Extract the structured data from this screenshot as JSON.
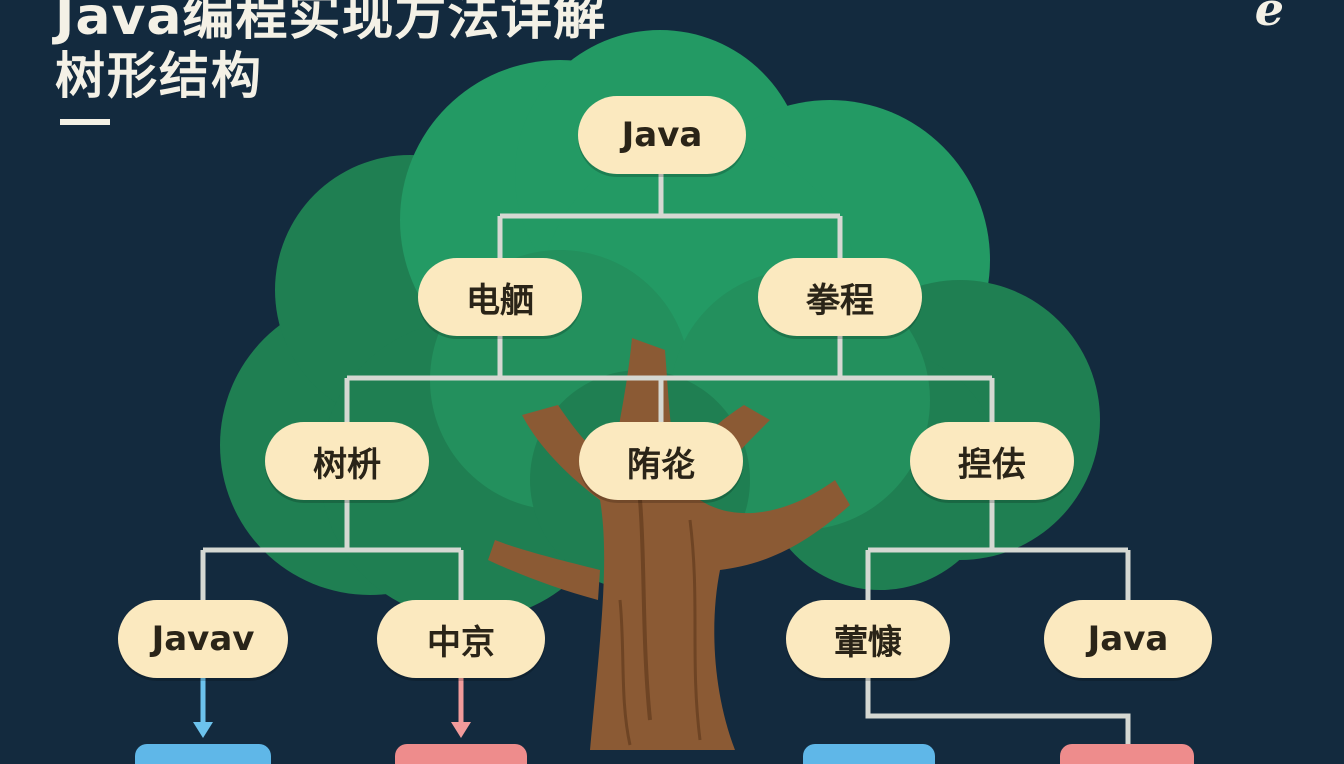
{
  "header": {
    "title_top": "Java编程实现方法详解",
    "title_main": "树形结构",
    "logo": "e"
  },
  "tree": {
    "root": "Java",
    "level1": [
      "电舾",
      "拳程"
    ],
    "level2": [
      "树枡",
      "陏炛",
      "揑佉"
    ],
    "level3": [
      "Javav",
      "中京",
      "葷慷",
      "Java"
    ]
  },
  "colors": {
    "background": "#132a3e",
    "canopy_dark": "#1f7f52",
    "canopy_light": "#239a64",
    "trunk": "#8b5a34",
    "node_fill": "#fbe9bf",
    "connector": "#d5d8d2",
    "arrow_blue": "#6cc2ec",
    "arrow_pink": "#f29b9b"
  }
}
